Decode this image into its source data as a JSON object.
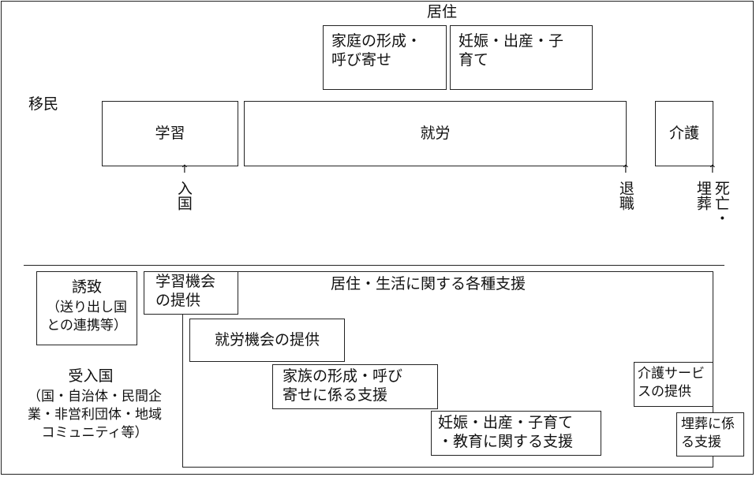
{
  "top": {
    "residence_label": "居住",
    "migrant_label": "移民",
    "family_box": [
      "家庭の形成・",
      "呼び寄せ"
    ],
    "childcare_box": [
      "妊娠・出産・子",
      "育て"
    ],
    "study_label": "学習",
    "work_label": "就労",
    "care_label": "介護",
    "entry_label": "入国",
    "retire_label": "退職",
    "death_col1": "死亡・",
    "death_col2": "埋葬"
  },
  "bottom": {
    "attract_title": "誘致",
    "attract_sub": [
      "（送り出し国",
      "との連携等）"
    ],
    "receiving_title": "受入国",
    "receiving_sub": [
      "（国・自治体・民間企",
      "業・非営利団体・地域",
      "コミュニティ等）"
    ],
    "study_opp": [
      "学習機会",
      "の提供"
    ],
    "living_support": "居住・生活に関する各種支援",
    "work_opp": "就労機会の提供",
    "family_support": [
      "家族の形成・呼び",
      "寄せに係る支援"
    ],
    "childcare_support": [
      "妊娠・出産・子育て",
      "・教育に関する支援"
    ],
    "care_service": [
      "介護サービ",
      "スの提供"
    ],
    "burial_support": [
      "埋葬に係",
      "る支援"
    ]
  }
}
